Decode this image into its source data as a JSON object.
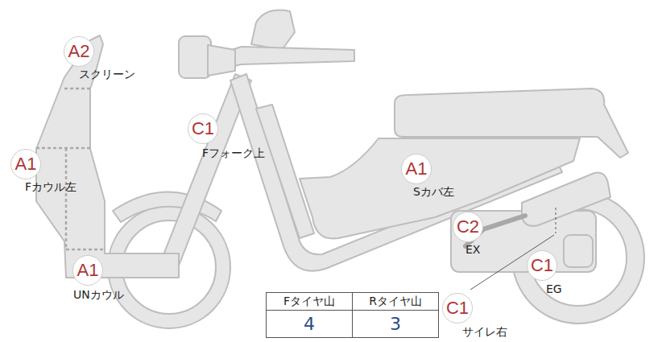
{
  "diagram": {
    "nodes": [
      {
        "text": [
          "A2",
          "スクリーン"
        ]
      },
      {
        "text": [
          "C1",
          "Fフォーク上"
        ]
      },
      {
        "text": [
          "A1",
          "Fカウル左"
        ]
      },
      {
        "text": [
          "A1",
          "Sカバ左"
        ]
      },
      {
        "text": [
          "C2",
          "EX"
        ]
      },
      {
        "text": [
          "C1",
          "EG"
        ]
      },
      {
        "text": [
          "A1",
          "UNカウル"
        ]
      },
      {
        "text": [
          "C1",
          "サイレ右"
        ]
      }
    ],
    "labels": [
      "Fタイヤ山",
      "Rタイヤ山",
      "4",
      "3"
    ]
  }
}
